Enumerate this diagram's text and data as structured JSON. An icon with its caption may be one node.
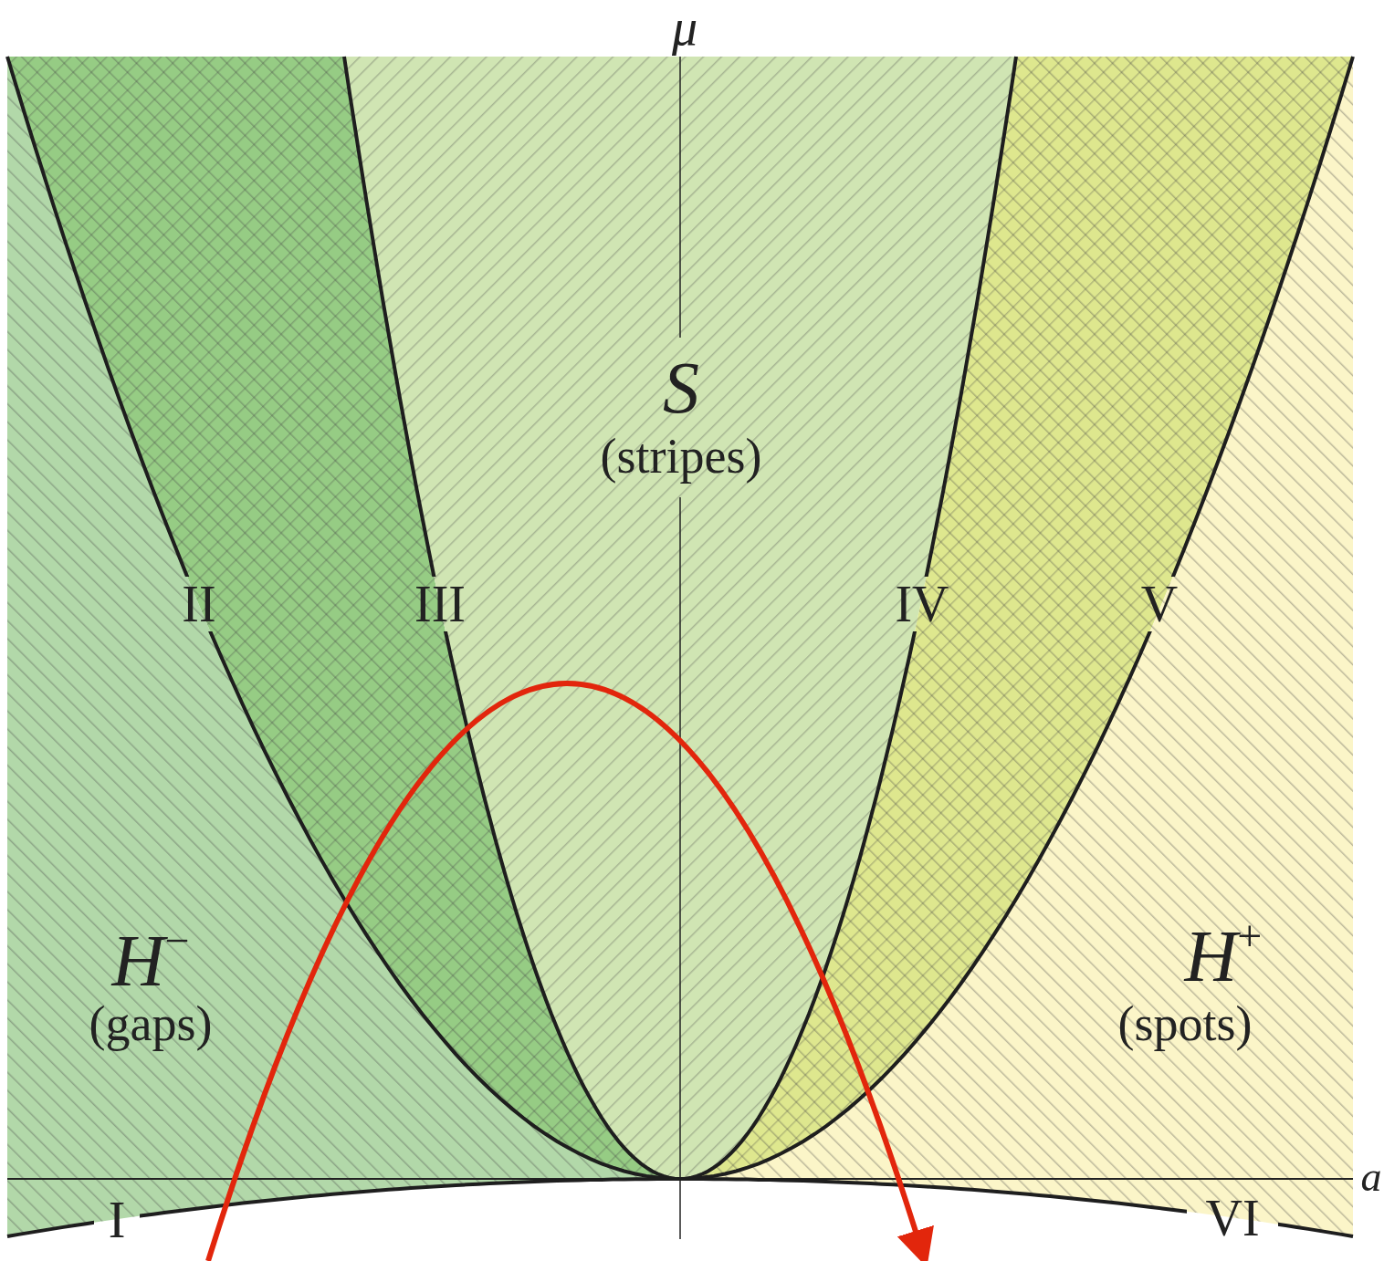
{
  "diagram": {
    "labels": [
      "μ",
      "S",
      "(stripes)",
      "II",
      "III",
      "IV",
      "V",
      "H$^{−}$",
      "(gaps)",
      "H$^{+}$",
      "(spots)",
      "a",
      "I",
      "VI"
    ]
  }
}
